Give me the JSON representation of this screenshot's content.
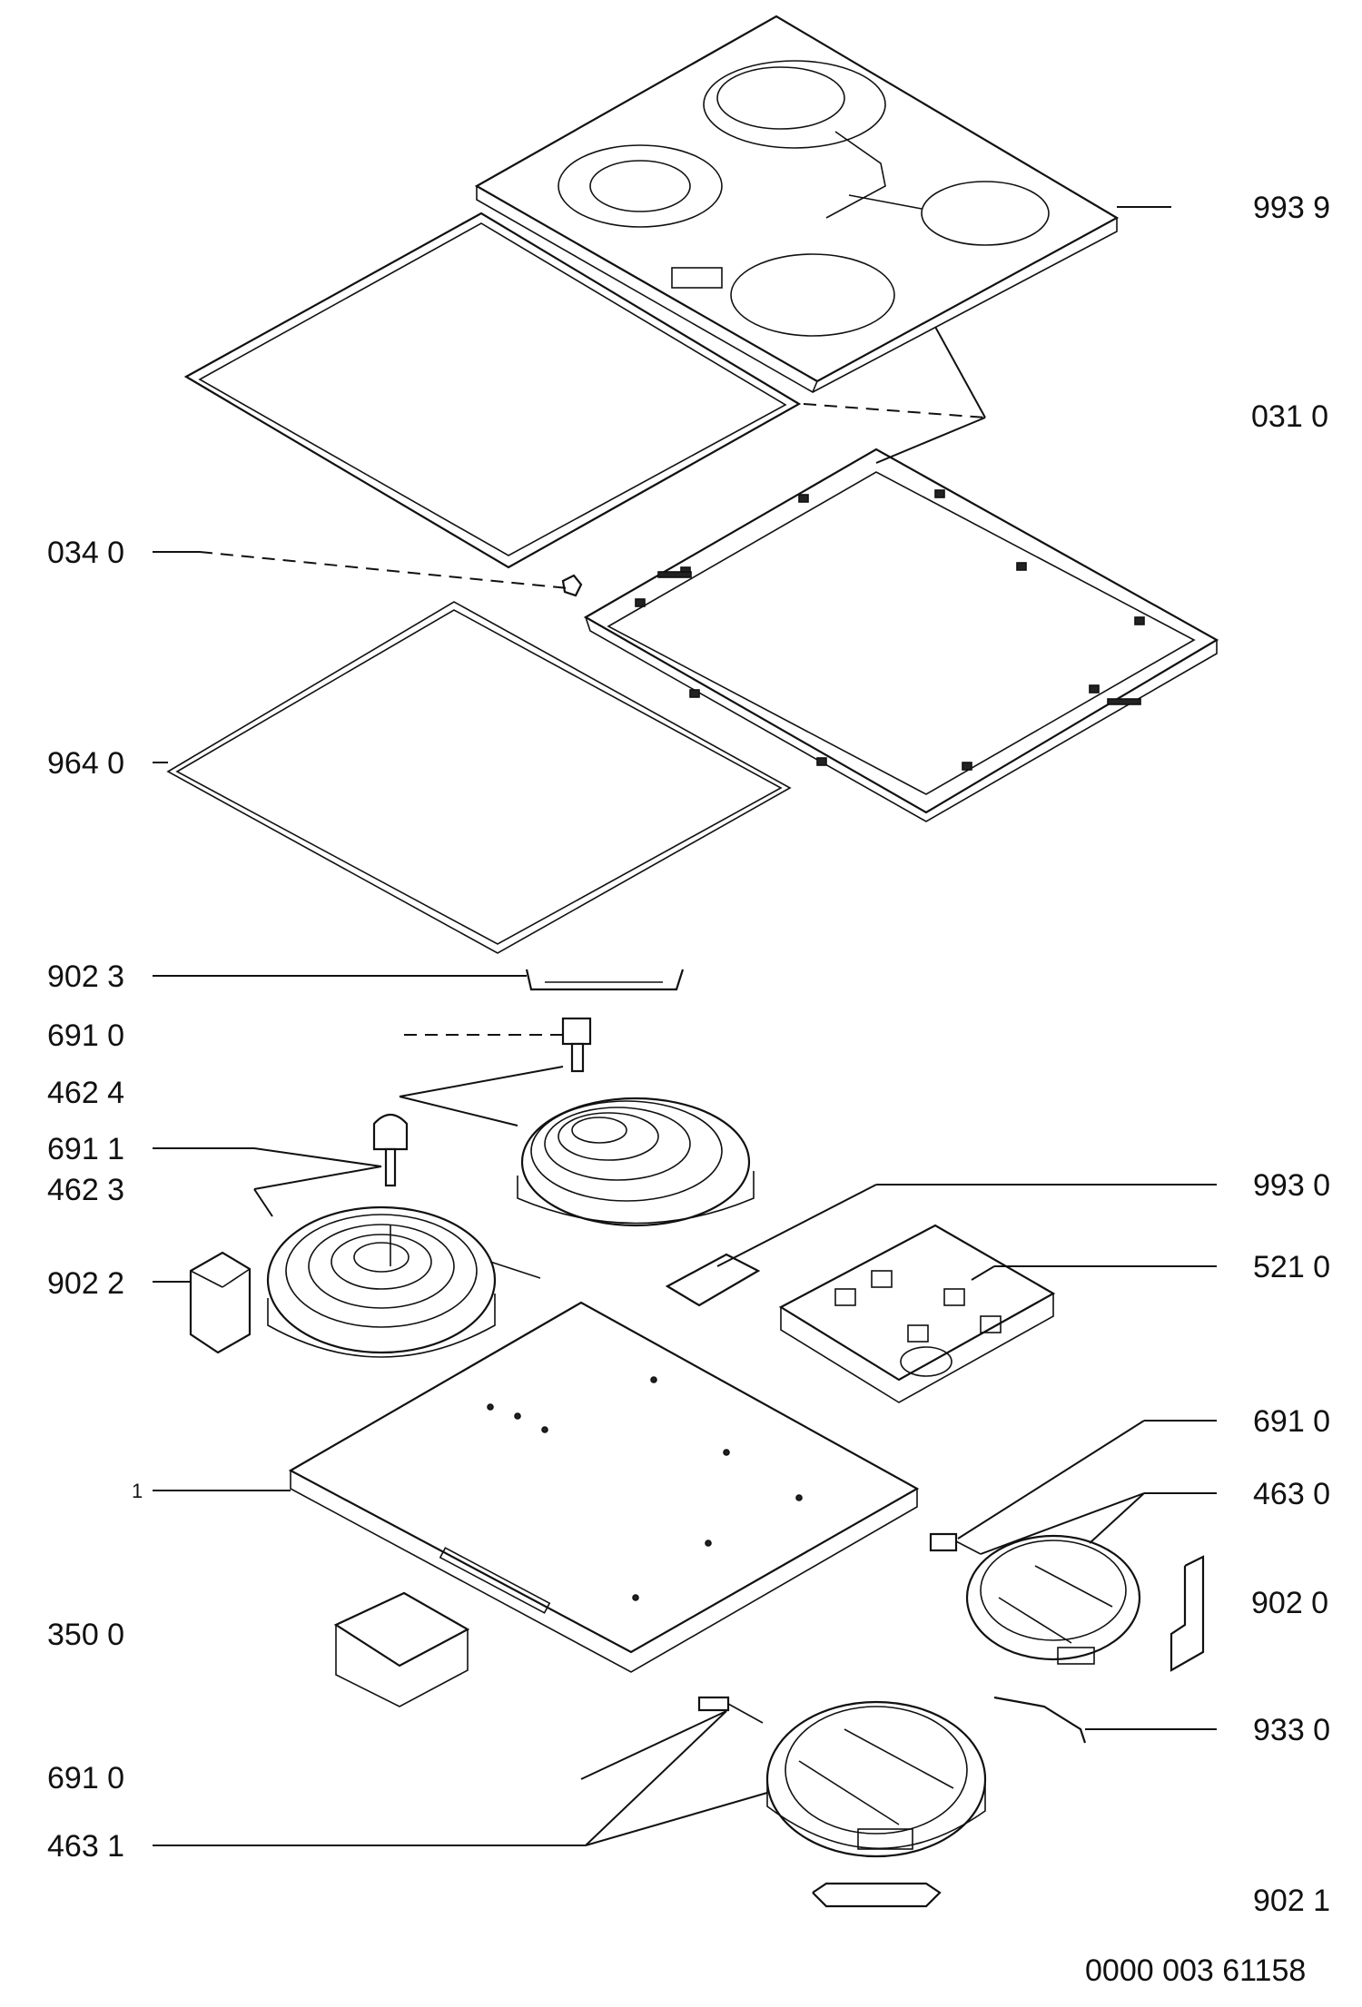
{
  "labels": {
    "l9939": "993 9",
    "l0310": "031 0",
    "l0340": "034 0",
    "l9640": "964 0",
    "l9023": "902 3",
    "l6910a": "691 0",
    "l4624": "462 4",
    "l6911": "691 1",
    "l4623": "462 3",
    "l9930": "993 0",
    "l9022": "902 2",
    "l5210": "521 0",
    "l6910b": "691 0",
    "l1": "1",
    "l4630": "463 0",
    "l9020": "902 0",
    "l3500": "350 0",
    "l9330": "933 0",
    "l6910c": "691 0",
    "l4631": "463 1",
    "l9021": "902 1"
  },
  "footer": {
    "drawing_number": "0000 003 61158"
  }
}
